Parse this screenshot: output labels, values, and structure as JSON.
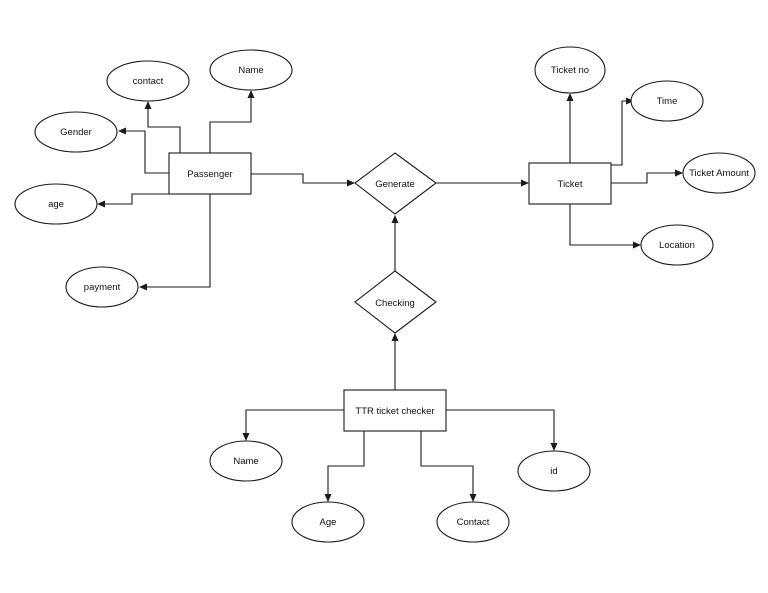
{
  "diagram": {
    "entities": {
      "passenger": "Passenger",
      "ticket": "Ticket",
      "ttr": "TTR ticket checker"
    },
    "relationships": {
      "generate": "Generate",
      "checking": "Checking"
    },
    "attributes": {
      "passenger_contact": "contact",
      "passenger_name": "Name",
      "passenger_gender": "Gender",
      "passenger_age": "age",
      "passenger_payment": "payment",
      "ticket_no": "Ticket no",
      "ticket_time": "Time",
      "ticket_amount": "Ticket Amount",
      "ticket_location": "Location",
      "ttr_name": "Name",
      "ttr_age": "Age",
      "ttr_contact": "Contact",
      "ttr_id": "id"
    }
  }
}
